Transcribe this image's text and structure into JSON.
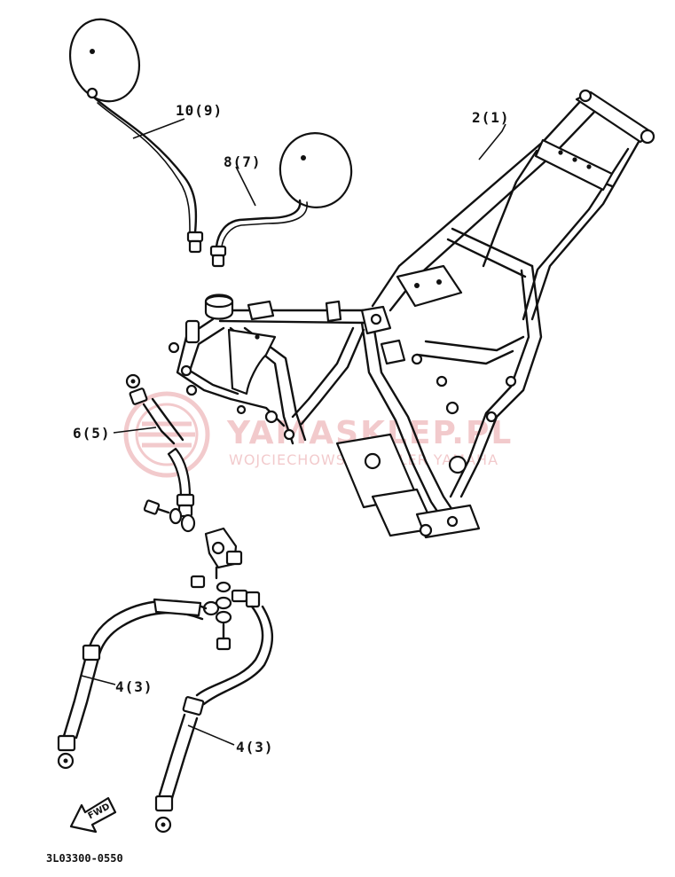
{
  "diagram": {
    "callouts": {
      "frame": "2(1)",
      "mirror_left": "10(9)",
      "mirror_right": "8(7)",
      "brake_hose_upper": "6(5)",
      "brake_hose_left": "4(3)",
      "brake_hose_right": "4(3)"
    },
    "fwd_label": "FWD",
    "drawing_code": "3L03300-0550"
  },
  "watermark": {
    "title": "YAMASKLEP.PL",
    "subtitle": "WOJCIECHOWSKI DEALER YAMAHA",
    "color": "#e8a0a4"
  }
}
